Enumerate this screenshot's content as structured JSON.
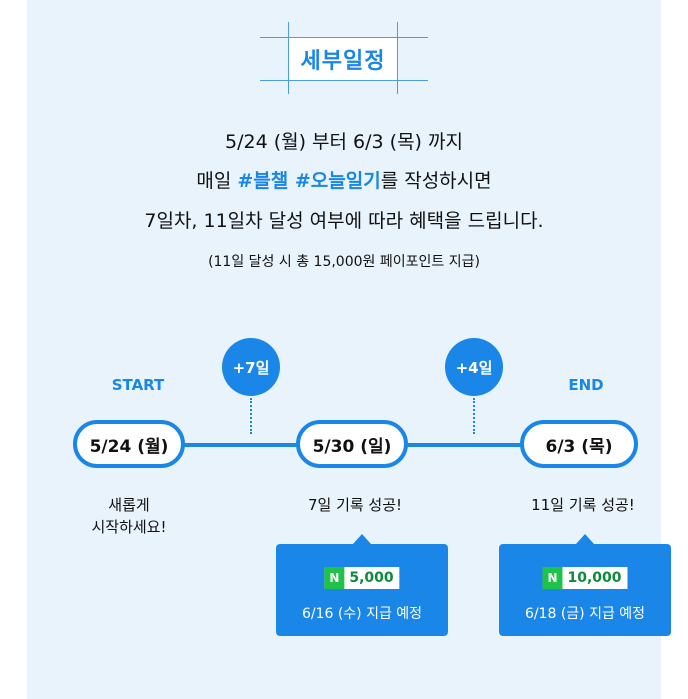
{
  "title": "세부일정",
  "intro": {
    "line1": "5/24 (월) 부터 6/3 (목) 까지",
    "line2_pre": "매일 ",
    "line2_tags": "#블챌 #오늘일기",
    "line2_post": "를 작성하시면",
    "line3": "7일차, 11일차 달성 여부에 따라 혜택을 드립니다.",
    "line4": "(11일 달성 시 총 15,000원 페이포인트 지급)"
  },
  "timeline": {
    "start_label": "START",
    "end_label": "END",
    "nodes": [
      {
        "date": "5/24 (월)",
        "caption_1": "새롭게",
        "caption_2": "시작하세요!"
      },
      {
        "date": "5/30 (일)",
        "caption_1": "7일 기록 성공!"
      },
      {
        "date": "6/3 (목)",
        "caption_1": "11일 기록 성공!"
      }
    ],
    "intervals": [
      "+7일",
      "+4일"
    ],
    "rewards": [
      {
        "icon": "naver-pay-icon",
        "symbol": "N",
        "amount": "5,000",
        "due": "6/16 (수) 지급 예정"
      },
      {
        "icon": "naver-pay-icon",
        "symbol": "N",
        "amount": "10,000",
        "due": "6/18 (금) 지급 예정"
      }
    ]
  },
  "colors": {
    "accent": "#1a86e8",
    "panel_bg": "#e8f3fb",
    "pay_green": "#20c24a",
    "amount_green": "#0d8a3c"
  }
}
